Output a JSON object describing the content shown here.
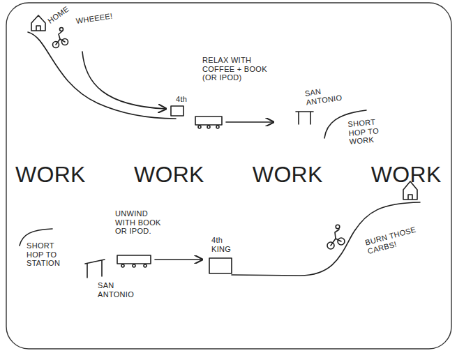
{
  "diagram": {
    "labels": [
      "HOME",
      "WHEEEE!",
      "RELAX WITH COFFEE + BOOK (OR IPOD)",
      "4th",
      "SAN ANTONIO",
      "SHORT HOP TO WORK",
      "WORK WORK WORK WORK",
      "SHORT HOP TO STATION",
      "SAN ANTONIO",
      "UNWIND WITH BOOK OR IPOD.",
      "4th KING",
      "BURN THOSE CARBS!"
    ]
  }
}
